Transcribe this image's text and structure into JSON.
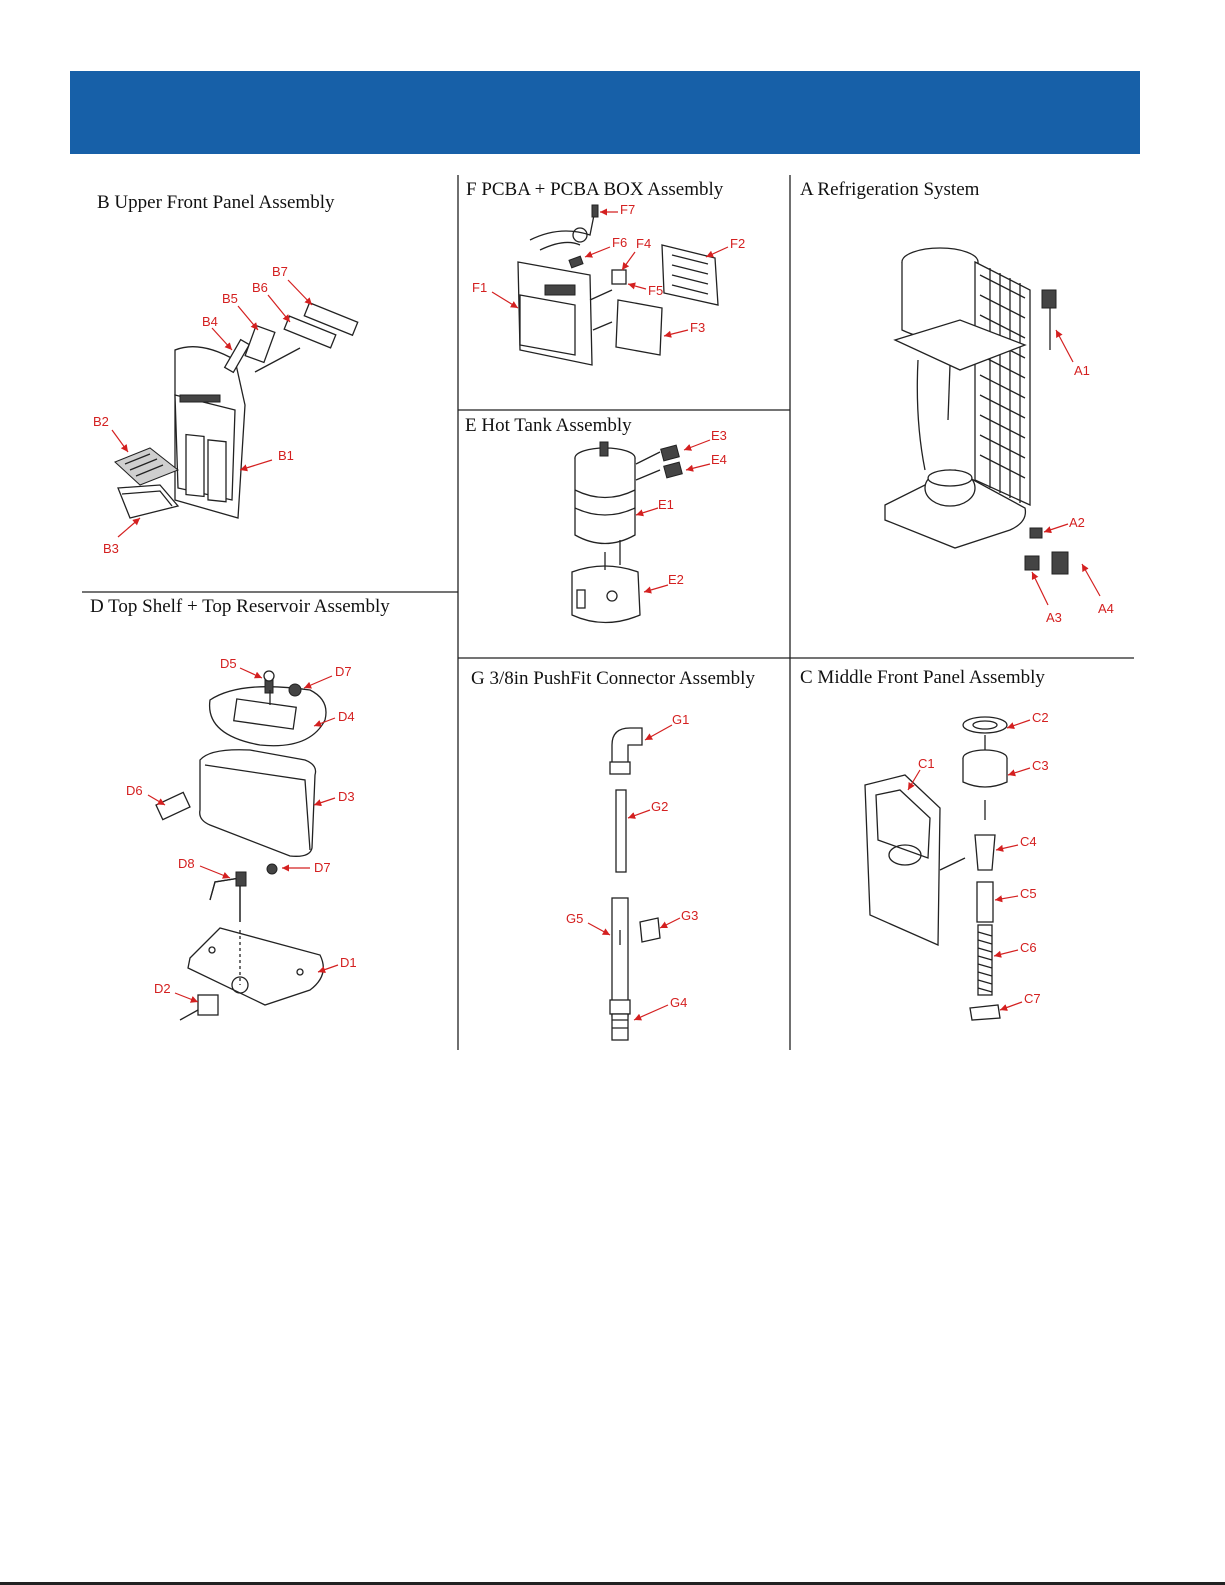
{
  "header": {
    "color": "#1760a8"
  },
  "sections": {
    "B": {
      "title": "B  Upper Front Panel Assembly",
      "labels": [
        "B1",
        "B2",
        "B3",
        "B4",
        "B5",
        "B6",
        "B7"
      ]
    },
    "D": {
      "title": "D  Top Shelf + Top Reservoir Assembly",
      "labels": [
        "D1",
        "D2",
        "D3",
        "D4",
        "D5",
        "D6",
        "D7",
        "D7",
        "D8"
      ]
    },
    "F": {
      "title": "F  PCBA + PCBA BOX Assembly",
      "labels": [
        "F1",
        "F2",
        "F3",
        "F4",
        "F5",
        "F6",
        "F7"
      ]
    },
    "E": {
      "title": "E  Hot Tank Assembly",
      "labels": [
        "E1",
        "E2",
        "E3",
        "E4"
      ]
    },
    "G": {
      "title": "G  3/8in PushFit Connector Assembly",
      "labels": [
        "G1",
        "G2",
        "G3",
        "G4",
        "G5"
      ]
    },
    "A": {
      "title": "A  Refrigeration System",
      "labels": [
        "A1",
        "A2",
        "A3",
        "A4"
      ]
    },
    "C": {
      "title": "C  Middle Front Panel Assembly",
      "labels": [
        "C1",
        "C2",
        "C3",
        "C4",
        "C5",
        "C6",
        "C7"
      ]
    }
  },
  "callout_color": "#d42020"
}
